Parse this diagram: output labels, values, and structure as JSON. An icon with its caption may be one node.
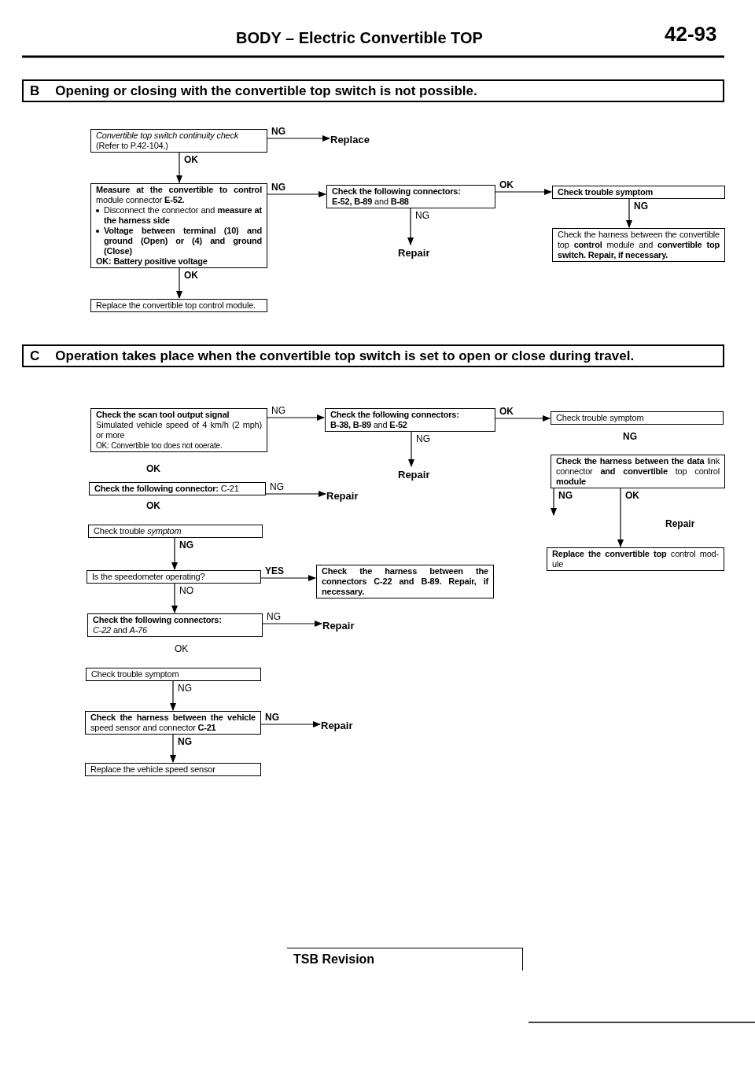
{
  "diagram": {
    "title": "BODY – Electric Convertible TOP",
    "nodes": [
      {
        "text": [
          "B",
          "Opening or closing with the convertible top switch is not possible."
        ]
      },
      {
        "text": [
          "Convertible top switch continuity check",
          "(Refer to P.42-104.)"
        ]
      },
      {
        "text": [
          "Replace"
        ]
      },
      {
        "text": [
          "**Measure at the convertible to control** module connector **E-52.**",
          "Disconnect the connector and **measure at the harness side**",
          "Voltage between terminal (10) and ground (Open) or (4) and ground (Close)",
          "**OK:** Battery positive voltage"
        ]
      },
      {
        "text": [
          "Replace the convertible top control module."
        ]
      },
      {
        "text": [
          "Check the following connectors:",
          "**E-52, B-89** and **B-88**"
        ]
      },
      {
        "text": [
          "Repair"
        ]
      },
      {
        "text": [
          "Check trouble symptom"
        ]
      },
      {
        "text": [
          "Check the harness between the convertible top **control** module and **convertible top switch. Repair, if necessary.**"
        ]
      },
      {
        "text": [
          "C",
          "Operation takes place when the convertible top switch is set to open or close during travel."
        ]
      },
      {
        "text": [
          "Check the scan tool output signal",
          "Simulated vehicle speed of 4 km/h (2 mph) or more",
          "OK: Convertible too does not ooerate."
        ]
      },
      {
        "text": [
          "Check the following connectors:",
          "**B-38, B-89** and **E-52**"
        ]
      },
      {
        "text": [
          "Repair"
        ]
      },
      {
        "text": [
          "Check trouble symptom"
        ]
      },
      {
        "text": [
          "**Check the harness between the data** link connector **and convertible** top control **module**"
        ]
      },
      {
        "text": [
          "**Check the following connector:** C-21"
        ]
      },
      {
        "text": [
          "Repair"
        ]
      },
      {
        "text": [
          "Check trouble *symptom*"
        ]
      },
      {
        "text": [
          "Is the speedometer operating?"
        ]
      },
      {
        "text": [
          "Check the harness between the connectors C-22 and B-89. Repair, if necessary."
        ]
      },
      {
        "text": [
          "Check the following connectors:",
          "*C-22* and *A-76*"
        ]
      },
      {
        "text": [
          "Repair"
        ]
      },
      {
        "text": [
          "Check trouble symptom"
        ]
      },
      {
        "text": [
          "**Check the harness between the vehicle** speed sensor and connector **C-21**"
        ]
      },
      {
        "text": [
          "Repair"
        ]
      },
      {
        "text": [
          "Replace the vehicle speed sensor"
        ]
      },
      {
        "text": [
          "**Replace the convertible top** control mod- ule"
        ]
      },
      {
        "text": [
          "TSB Revision"
        ]
      }
    ],
    "edges": [
      {
        "from": 1,
        "to": 2,
        "arrow": "to",
        "label": "NG"
      },
      {
        "from": 1,
        "to": 3,
        "arrow": "to",
        "label": "OK"
      },
      {
        "from": 3,
        "to": 5,
        "arrow": "to",
        "label": "NG"
      },
      {
        "from": 5,
        "to": 7,
        "arrow": "to",
        "label": "OK"
      },
      {
        "from": 5,
        "to": 6,
        "arrow": "to",
        "label": "NG"
      },
      {
        "from": 7,
        "to": 8,
        "arrow": "to",
        "label": "NG"
      },
      {
        "from": 3,
        "to": 4,
        "arrow": "to",
        "label": "OK"
      },
      {
        "from": 10,
        "to": 11,
        "arrow": "to",
        "label": "NG"
      },
      {
        "from": 11,
        "to": 13,
        "arrow": "to",
        "label": "OK"
      },
      {
        "from": 11,
        "to": 12,
        "arrow": "to",
        "label": "NG"
      },
      {
        "from": 15,
        "to": 16,
        "arrow": "to",
        "label": "NG"
      },
      {
        "from": 17,
        "to": 18,
        "arrow": "to",
        "label": "NG"
      },
      {
        "from": 18,
        "to": 19,
        "arrow": "to",
        "label": "YES"
      },
      {
        "from": 18,
        "to": 20,
        "arrow": "to",
        "label": "NO"
      },
      {
        "from": 20,
        "to": 21,
        "arrow": "to",
        "label": "NG"
      },
      {
        "from": 22,
        "to": 23,
        "arrow": "to",
        "label": "NG"
      },
      {
        "from": 23,
        "to": 24,
        "arrow": "to",
        "label": "NG"
      },
      {
        "from": 23,
        "to": 25,
        "arrow": "to",
        "label": "NG"
      },
      {
        "from": 14,
        "to": null,
        "arrow": "to",
        "label": "NG"
      },
      {
        "from": 14,
        "to": 26,
        "arrow": "to",
        "label": "OK"
      }
    ],
    "labels": [
      "42-93",
      "NG",
      "OK",
      "OK",
      "Repair",
      "OK"
    ]
  }
}
